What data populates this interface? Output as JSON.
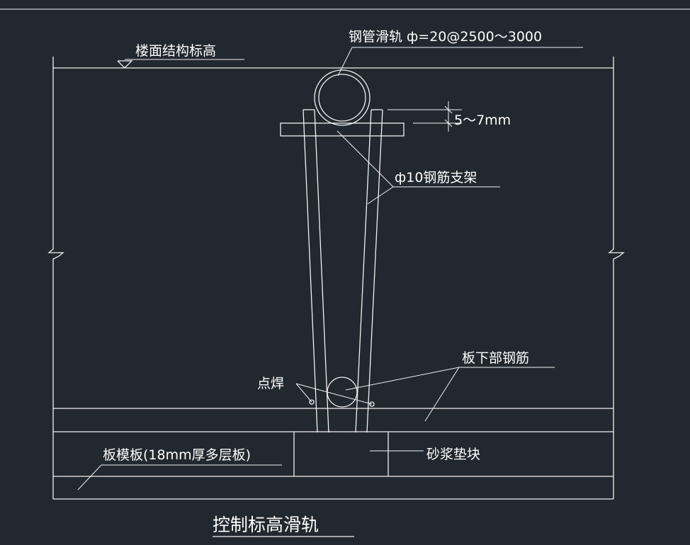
{
  "colors": {
    "background": "#212830",
    "linework": "#f2f2f2",
    "text": "#ffffff"
  },
  "labels": {
    "floor_level": "楼面结构标高",
    "steel_pipe_rail": "钢管滑轨 ф=20@2500～3000",
    "gap": "5～7mm",
    "rebar_support": "ф10钢筋支架",
    "bottom_rebar": "板下部钢筋",
    "spot_weld": "点焊",
    "formwork": "板模板(18mm厚多层板)",
    "mortar_block": "砂浆垫块"
  },
  "title": "控制标高滑轨"
}
